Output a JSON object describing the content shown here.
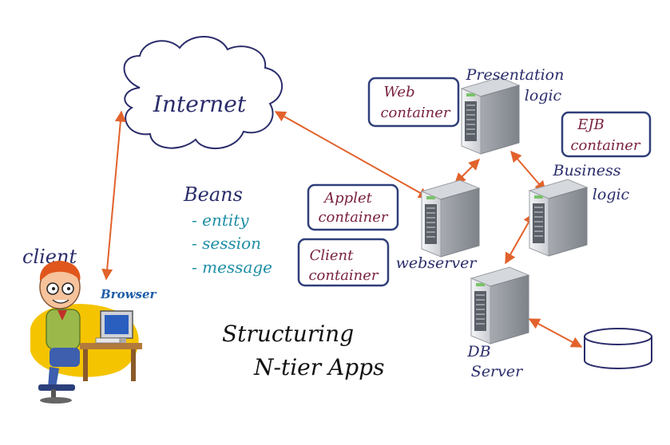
{
  "labels": {
    "internet": "Internet",
    "client": "client",
    "browser": "Browser",
    "beans_title": "Beans",
    "beans_items": [
      "- entity",
      "- session",
      "- message"
    ],
    "structuring": "Structuring",
    "ntier": "N-tier Apps",
    "presentation_1": "Presentation",
    "presentation_2": "logic",
    "business_1": "Business",
    "business_2": "logic",
    "webserver": "webserver",
    "db_1": "DB",
    "db_2": "Server"
  },
  "containers": {
    "web": [
      "Web",
      "container"
    ],
    "ejb": [
      "EJB",
      "container"
    ],
    "applet": [
      "Applet",
      "container"
    ],
    "client": [
      "Client",
      "container"
    ]
  },
  "colors": {
    "ink": "#2b2d6b",
    "box_border": "#2f3f7a",
    "container_text": "#7a2340",
    "beans_teal": "#1f8fa6",
    "arrow": "#e2622b",
    "server_light": "#e8eaed",
    "server_dark": "#8c9097"
  }
}
